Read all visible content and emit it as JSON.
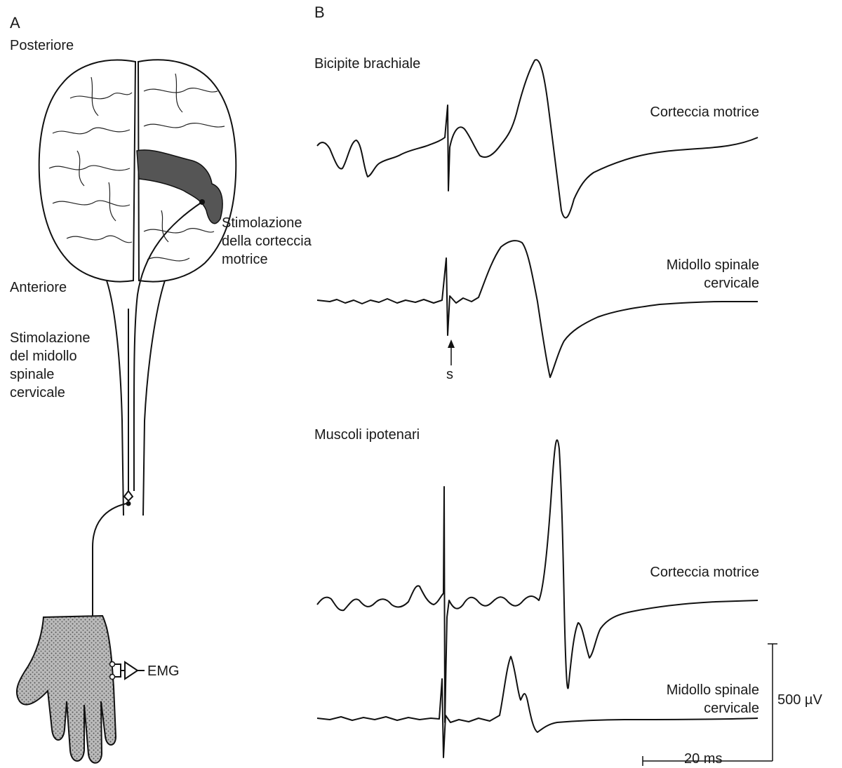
{
  "panels": {
    "a": "A",
    "b": "B"
  },
  "panel_a": {
    "posterior": "Posteriore",
    "anterior": "Anteriore",
    "cortex_stim": [
      "Stimolazione",
      "della corteccia",
      "motrice"
    ],
    "spinal_stim": [
      "Stimolazione",
      "del midollo",
      "spinale",
      "cervicale"
    ],
    "emg": "EMG"
  },
  "panel_b": {
    "biceps_title": "Bicipite brachiale",
    "hypothenar_title": "Muscoli ipotenari",
    "motor_cortex": "Corteccia motrice",
    "spinal_cord": [
      "Midollo spinale",
      "cervicale"
    ],
    "stimulus_marker": "s",
    "scale_voltage": "500 µV",
    "scale_time": "20 ms"
  }
}
